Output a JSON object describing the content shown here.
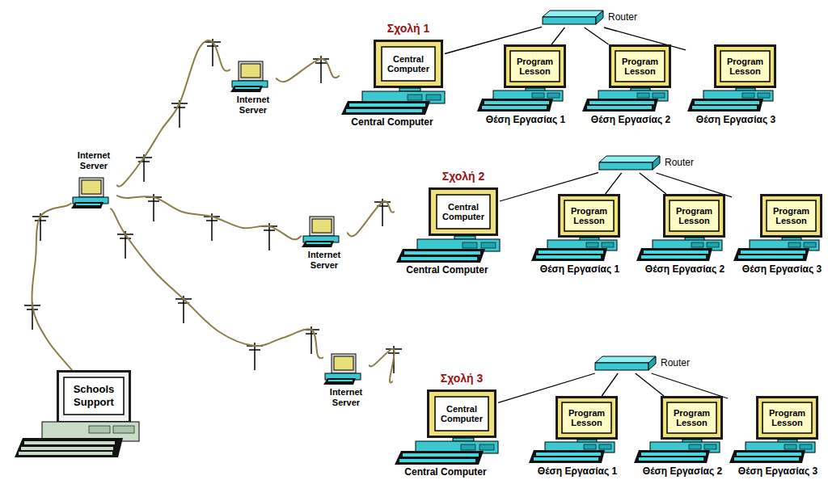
{
  "diagram": {
    "nodes": [
      {
        "text": [
          "Internet Server"
        ]
      },
      {
        "text": [
          "Σχολή 1",
          "Central Computer",
          "Central Computer"
        ]
      },
      {
        "text": [
          "Router"
        ]
      },
      {
        "text": [
          "Program Lesson",
          "Θέση Εργασίας 1"
        ]
      },
      {
        "text": [
          "Program Lesson",
          "Θέση Εργασίας 2"
        ]
      },
      {
        "text": [
          "Program Lesson",
          "Θέση Εργασίας 3"
        ]
      },
      {
        "text": [
          "Internet Server"
        ]
      },
      {
        "text": [
          "Internet Server"
        ]
      },
      {
        "text": [
          "Σχολή 2",
          "Central Computer",
          "Central Computer"
        ]
      },
      {
        "text": [
          "Router"
        ]
      },
      {
        "text": [
          "Program Lesson",
          "Θέση Εργασίας 1"
        ]
      },
      {
        "text": [
          "Program Lesson",
          "Θέση Εργασίας 2"
        ]
      },
      {
        "text": [
          "Program Lesson",
          "Θέση Εργασίας 3"
        ]
      },
      {
        "text": [
          "Internet Server"
        ]
      },
      {
        "text": [
          "Σχολή 3",
          "Central Computer",
          "Central Computer"
        ]
      },
      {
        "text": [
          "Router"
        ]
      },
      {
        "text": [
          "Program Lesson",
          "Θέση Εργασίας 1"
        ]
      },
      {
        "text": [
          "Program Lesson",
          "Θέση Εργασίας 2"
        ]
      },
      {
        "text": [
          "Program Lesson",
          "Θέση Εργασίας 3"
        ]
      },
      {
        "text": [
          "Schools Support"
        ]
      }
    ],
    "edges": [
      {
        "from": 19,
        "to": 6,
        "arrow": "none"
      },
      {
        "from": 6,
        "to": 0,
        "arrow": "none"
      },
      {
        "from": 0,
        "to": 1,
        "arrow": "none"
      },
      {
        "from": 1,
        "to": 2,
        "arrow": "none"
      },
      {
        "from": 2,
        "to": 3,
        "arrow": "none"
      },
      {
        "from": 2,
        "to": 4,
        "arrow": "none"
      },
      {
        "from": 2,
        "to": 5,
        "arrow": "none"
      },
      {
        "from": 6,
        "to": 7,
        "arrow": "none"
      },
      {
        "from": 7,
        "to": 8,
        "arrow": "none"
      },
      {
        "from": 8,
        "to": 9,
        "arrow": "none"
      },
      {
        "from": 9,
        "to": 10,
        "arrow": "none"
      },
      {
        "from": 9,
        "to": 11,
        "arrow": "none"
      },
      {
        "from": 9,
        "to": 12,
        "arrow": "none"
      },
      {
        "from": 6,
        "to": 13,
        "arrow": "none"
      },
      {
        "from": 13,
        "to": 14,
        "arrow": "none"
      },
      {
        "from": 14,
        "to": 15,
        "arrow": "none"
      },
      {
        "from": 15,
        "to": 16,
        "arrow": "none"
      },
      {
        "from": 15,
        "to": 17,
        "arrow": "none"
      },
      {
        "from": 15,
        "to": 18,
        "arrow": "none"
      }
    ]
  }
}
